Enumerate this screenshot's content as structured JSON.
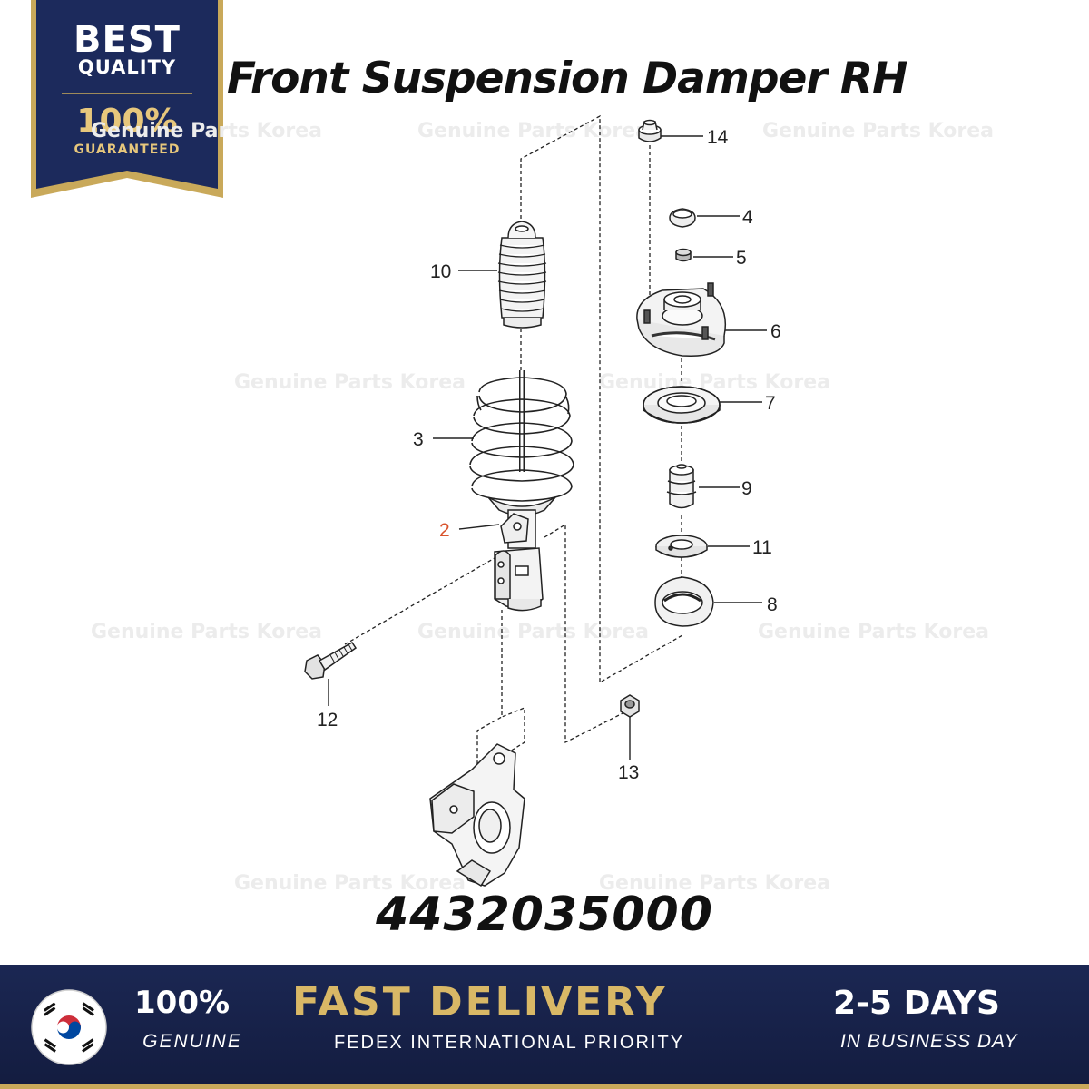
{
  "header": {
    "badge": {
      "line1": "BEST",
      "line2": "QUALITY",
      "line3": "100%",
      "line4": "GUARANTEED"
    },
    "title": "Front Suspension Damper RH"
  },
  "diagram": {
    "callouts": [
      "14",
      "4",
      "5",
      "10",
      "6",
      "7",
      "3",
      "9",
      "2",
      "11",
      "8",
      "12",
      "13"
    ],
    "highlight_callout": "2",
    "watermark": "Genuine Parts Korea"
  },
  "part_number": "4432035000",
  "footer": {
    "genuine_big": "100%",
    "genuine_small": "GENUINE",
    "fast_delivery": "FAST DELIVERY",
    "shipping": "FEDEX INTERNATIONAL PRIORITY",
    "days": "2-5 DAYS",
    "business": "IN BUSINESS DAY"
  },
  "colors": {
    "navy": "#1b2753",
    "gold": "#d9b866",
    "highlight": "#d9532c"
  },
  "icons": {
    "flag": "korea-flag-icon"
  }
}
